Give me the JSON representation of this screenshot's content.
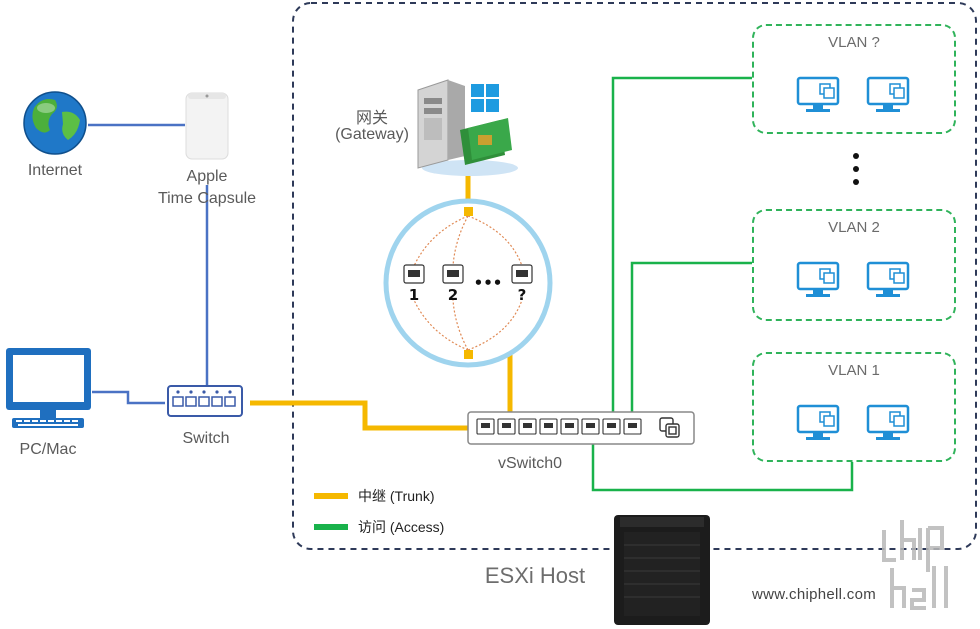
{
  "internet": {
    "label": "Internet"
  },
  "capsule": {
    "line1": "Apple",
    "line2": "Time Capsule"
  },
  "pc": {
    "label": "PC/Mac"
  },
  "switch": {
    "label": "Switch"
  },
  "gateway": {
    "line1": "网关",
    "line2": "(Gateway)"
  },
  "ports": {
    "p1": "1",
    "p2": "2",
    "p_dots": "•••",
    "p_unknown": "?"
  },
  "vswitch": {
    "label": "vSwitch0"
  },
  "esxi": {
    "label": "ESXi Host"
  },
  "vlans": [
    {
      "title": "VLAN ?"
    },
    {
      "title": "VLAN 2"
    },
    {
      "title": "VLAN 1"
    }
  ],
  "legend": {
    "trunk": {
      "label": "中继 (Trunk)",
      "color": "#f5b800"
    },
    "access": {
      "label": "访问 (Access)",
      "color": "#19b24b"
    }
  },
  "colors": {
    "host_border": "#2e3a59",
    "lan_blue": "#4a72c4",
    "vm_blue": "#1f8fd6"
  },
  "watermark": {
    "url": "www.chiphell.com"
  }
}
